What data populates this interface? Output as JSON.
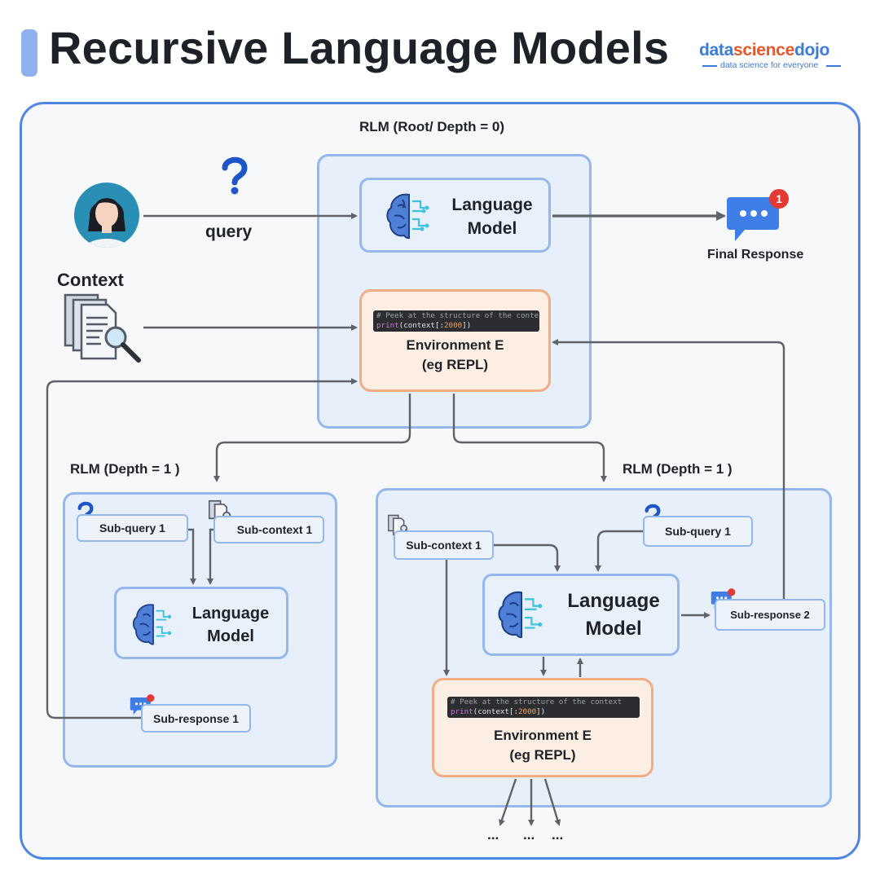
{
  "header": {
    "title": "Recursive Language Models",
    "logo_part1": "data",
    "logo_part2": "science",
    "logo_part3": "dojo",
    "logo_tagline": "data science for everyone"
  },
  "root": {
    "label": "RLM (Root/ Depth = 0)",
    "query_label": "query",
    "context_label": "Context",
    "lm_line1": "Language",
    "lm_line2": "Model",
    "env_line1": "Environment E",
    "env_line2": "(eg REPL)",
    "code_comment": "# Peek at the structure of the context",
    "code_fn": "print",
    "code_open": "(context[:",
    "code_num": "2000",
    "code_close": "])",
    "final_response": "Final Response",
    "badge": "1"
  },
  "left_rlm": {
    "label": "RLM (Depth = 1 )",
    "sub_query": "Sub-query 1",
    "sub_context": "Sub-context 1",
    "lm_line1": "Language",
    "lm_line2": "Model",
    "sub_response": "Sub-response 1"
  },
  "right_rlm": {
    "label": "RLM (Depth = 1 )",
    "sub_context": "Sub-context 1",
    "sub_query": "Sub-query 1",
    "lm_line1": "Language",
    "lm_line2": "Model",
    "sub_response": "Sub-response 2",
    "env_line1": "Environment E",
    "env_line2": "(eg REPL)",
    "code_comment": "# Peek at the structure of the context",
    "code_fn": "print",
    "code_open": "(context[:",
    "code_num": "2000",
    "code_close": "])",
    "ellipsis": "..."
  },
  "colors": {
    "accent_blue": "#4f86e3",
    "zone_border": "#94b8ee",
    "env_border": "#f3ad84",
    "arrow": "#5f6368",
    "badge_red": "#e53935"
  }
}
